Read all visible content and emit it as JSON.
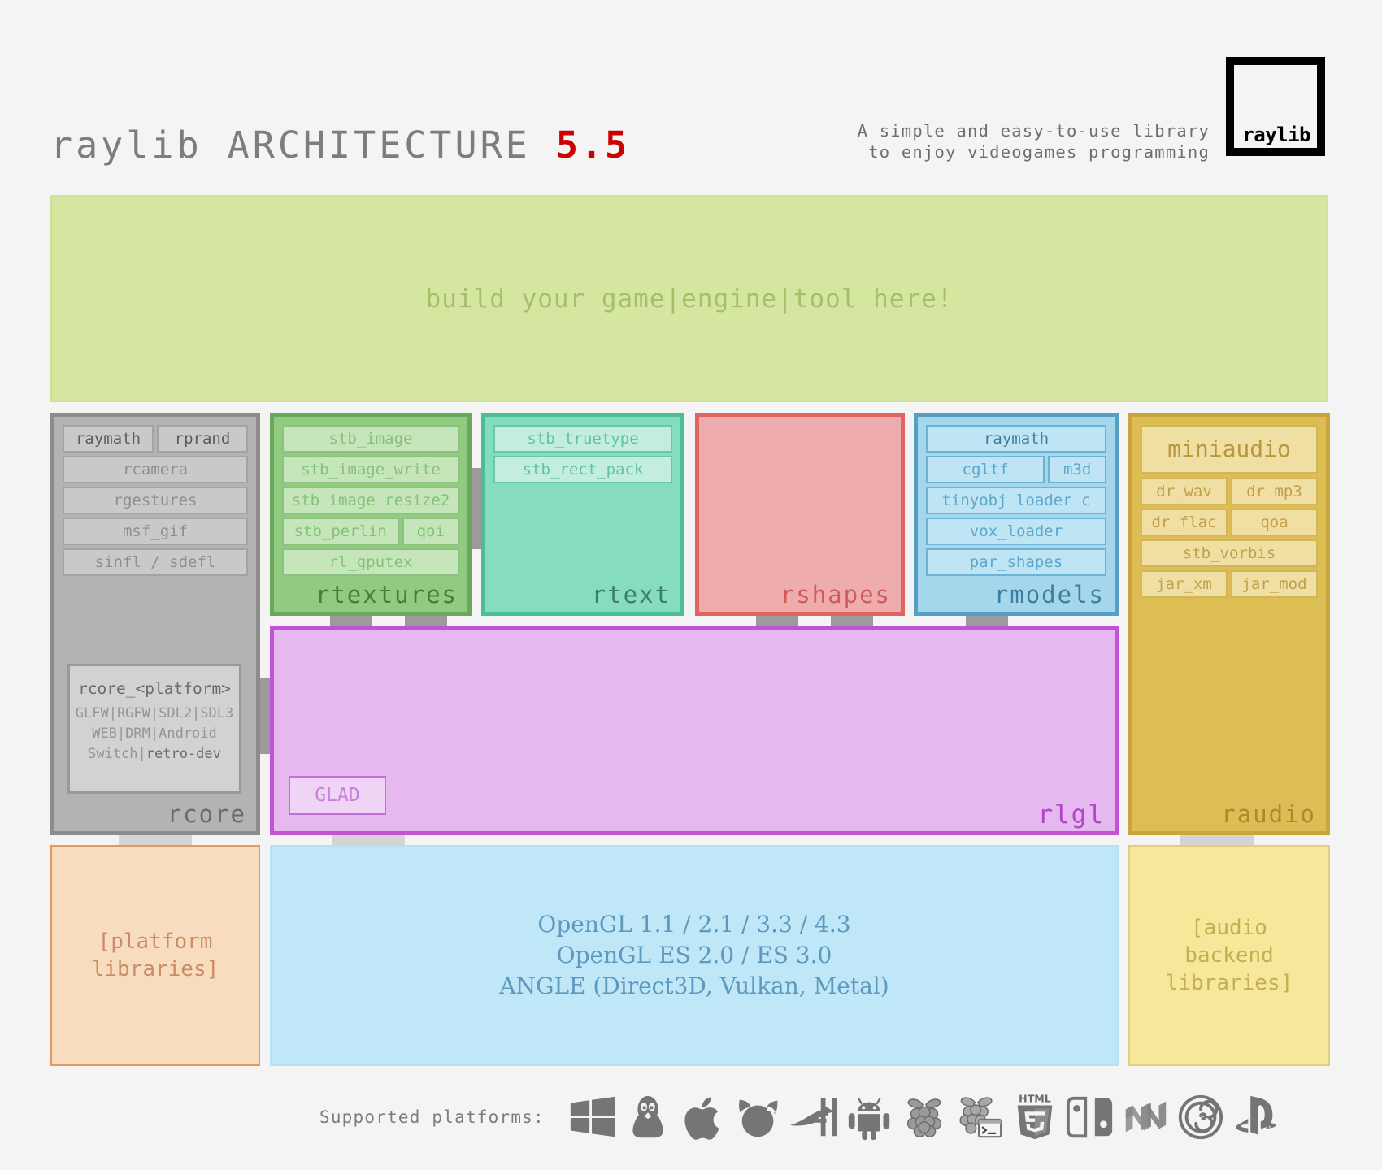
{
  "header": {
    "title_main": "raylib ARCHITECTURE ",
    "title_version": "5.5",
    "tagline": "A simple and easy-to-use library\nto enjoy videogames programming",
    "logo_text": "raylib"
  },
  "banner": {
    "text": "build your game|engine|tool here!"
  },
  "modules": {
    "rcore": {
      "title": "rcore",
      "chips_row1": [
        "raymath",
        "rprand"
      ],
      "chips": [
        "rcamera",
        "rgestures",
        "msf_gif",
        "sinfl / sdefl"
      ],
      "platform_title": "rcore_<platform>",
      "platform_line1": "GLFW|RGFW|SDL2|SDL3",
      "platform_line2": "WEB|DRM|Android",
      "platform_line3a": "Switch|",
      "platform_line3b": "retro-dev"
    },
    "rtextures": {
      "title": "rtextures",
      "chips": [
        "stb_image",
        "stb_image_write",
        "stb_image_resize2"
      ],
      "chips_row": [
        "stb_perlin",
        "qoi"
      ],
      "chips_last": [
        "rl_gputex"
      ]
    },
    "rtext": {
      "title": "rtext",
      "chips": [
        "stb_truetype",
        "stb_rect_pack"
      ]
    },
    "rshapes": {
      "title": "rshapes",
      "chips": []
    },
    "rmodels": {
      "title": "rmodels",
      "chips_first": [
        "raymath"
      ],
      "chips_row": [
        "cgltf",
        "m3d"
      ],
      "chips": [
        "tinyobj_loader_c",
        "vox_loader",
        "par_shapes"
      ]
    },
    "raudio": {
      "title": "raudio",
      "miniaudio": "miniaudio",
      "row1": [
        "dr_wav",
        "dr_mp3"
      ],
      "row2": [
        "dr_flac",
        "qoa"
      ],
      "full": [
        "stb_vorbis"
      ],
      "row3": [
        "jar_xm",
        "jar_mod"
      ]
    },
    "rlgl": {
      "title": "rlgl",
      "glad": "GLAD"
    }
  },
  "bottom": {
    "platform_libraries": "[platform\nlibraries]",
    "opengl": "OpenGL 1.1 / 2.1 / 3.3 / 4.3\nOpenGL ES 2.0 / ES 3.0\nANGLE (Direct3D, Vulkan, Metal)",
    "audio_backend": "[audio\nbackend\nlibraries]"
  },
  "platforms": {
    "label": "Supported platforms:",
    "icons": [
      "windows-icon",
      "linux-icon",
      "apple-icon",
      "freebsd-icon",
      "netbsd-icon",
      "android-icon",
      "raspberrypi-icon",
      "raspberrypi-drm-icon",
      "html5-icon",
      "nintendo-switch-icon",
      "nintendo-64-icon",
      "dreamcast-icon",
      "playstation-icon"
    ]
  },
  "colors": {
    "background": "#f4f4f4",
    "accent_red": "#cc0000",
    "rcore": "#b3b3b3",
    "rtextures": "#90cb7f",
    "rtext": "#85ddbd",
    "rshapes": "#eeacac",
    "rmodels": "#a4d7ec",
    "raudio": "#ddbe54",
    "rlgl": "#e6b8f0",
    "banner": "#d5e6a0",
    "opengl": "#c0e7f8"
  }
}
